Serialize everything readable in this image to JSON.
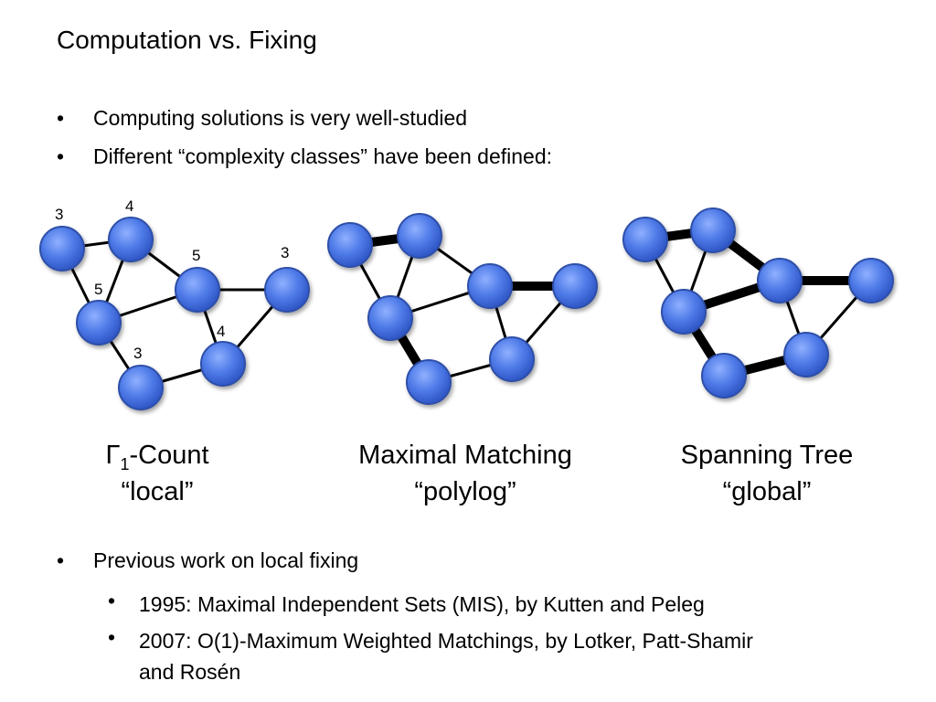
{
  "title": "Computation vs. Fixing",
  "bullets": [
    "Computing solutions is very well-studied",
    "Different “complexity classes” have been defined:"
  ],
  "graphs": [
    {
      "caption_gamma": "Γ",
      "caption_sub": "1",
      "caption_rest": "-Count",
      "caption_line2": "“local”",
      "degree_labels": [
        "3",
        "4",
        "5",
        "3",
        "5",
        "4",
        "3"
      ]
    },
    {
      "caption_line1": "Maximal Matching",
      "caption_line2": "“polylog”"
    },
    {
      "caption_line1": "Spanning Tree",
      "caption_line2": "“global”"
    }
  ],
  "bottom": {
    "bullet": "Previous work on local fixing",
    "subbullets": [
      "1995: Maximal Independent Sets (MIS), by Kutten and Peleg",
      "2007: O(1)-Maximum Weighted Matchings, by Lotker, Patt-Shamir",
      "and Rosén"
    ]
  },
  "colors": {
    "node_fill": "#4f7be8",
    "node_stroke": "#2f4fa8",
    "edge": "#000000"
  }
}
